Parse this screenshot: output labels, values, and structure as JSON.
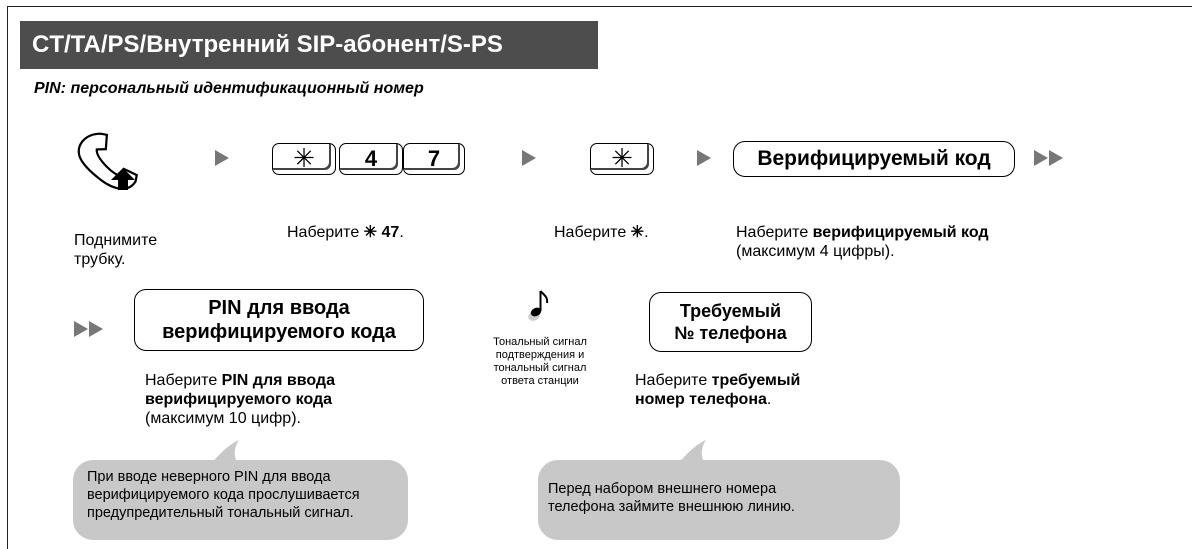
{
  "header": {
    "title": "CT/TA/PS/Внутренний SIP-абонент/S-PS"
  },
  "subtitle": "PIN: персональный идентификационный номер",
  "keys": {
    "star": "✳",
    "four": "4",
    "seven": "7"
  },
  "steps": {
    "offhook": {
      "line1": "Поднимите",
      "line2": "трубку."
    },
    "dial47": {
      "prefix": "Наберите ",
      "bold": "✳ 47",
      "suffix": "."
    },
    "dialstar": {
      "prefix": "Наберите ",
      "bold": "✳",
      "suffix": "."
    },
    "vcode": {
      "box_label": "Верифицируемый код",
      "prefix": "Наберите ",
      "bold": "верифицируемый код",
      "line2": "(максимум 4 цифры)."
    },
    "pin": {
      "box_line1": "PIN для ввода",
      "box_line2": "верифицируемого кода",
      "prefix": "Наберите ",
      "bold1": "PIN для ввода",
      "bold2": "верифицируемого кода",
      "line3": "(максимум 10 цифр)."
    },
    "tone": {
      "line1": "Тональный сигнал",
      "line2": "подтверждения и",
      "line3": "тональный сигнал",
      "line4": "ответа станции"
    },
    "phone": {
      "box_line1": "Требуемый",
      "box_line2": "№ телефона",
      "prefix": "Наберите ",
      "bold1": "требуемый",
      "bold2": "номер телефона",
      "suffix": "."
    }
  },
  "notes": {
    "pin_warning": {
      "line1": "При вводе неверного PIN для ввода",
      "line2": "верифицируемого кода прослушивается",
      "line3": "предупредительный тональный сигнал."
    },
    "outside_line": {
      "line1": "Перед набором внешнего номера",
      "line2": "телефона займите внешнюю линию."
    }
  },
  "colors": {
    "header_bg": "#4d4d4d",
    "arrow": "#777777",
    "bubble": "#c8c8c8"
  },
  "icons": [
    "handset-offhook-icon",
    "music-note-tone-icon",
    "next-arrow-icon",
    "continue-double-arrow-icon"
  ]
}
